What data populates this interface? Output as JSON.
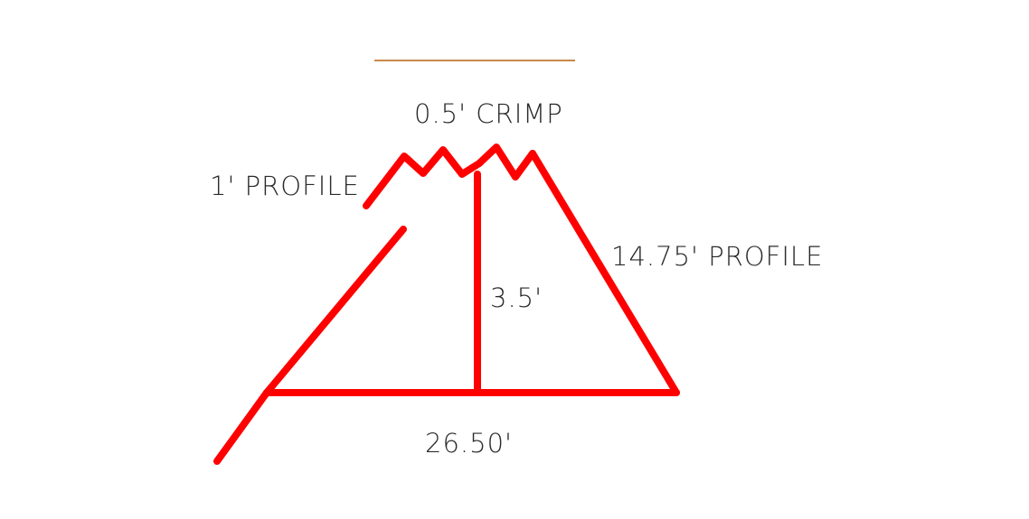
{
  "diagram": {
    "labels": {
      "crimp": "0.5' CRIMP",
      "left_profile": "1' PROFILE",
      "right_profile": "14.75' PROFILE",
      "height": "3.5'",
      "base": "26.50'"
    },
    "colors": {
      "stroke": "#ff0000",
      "text": "#2a2a2a",
      "title_underline": "#c8894a"
    }
  }
}
